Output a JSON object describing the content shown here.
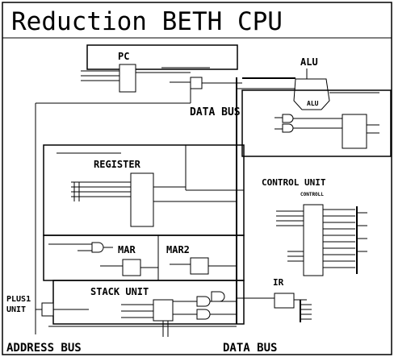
{
  "title": "Reduction BETH CPU",
  "blocks": {
    "pc": "PC",
    "alu": "ALU",
    "alu_inner": "ALU",
    "data_bus": "DATA BUS",
    "register": "REGISTER",
    "control_unit": "CONTROL UNIT",
    "controller": "CONTROLL",
    "mar": "MAR",
    "mar2": "MAR2",
    "ir": "IR",
    "stack_unit": "STACK UNIT",
    "plus1": "PLUS1",
    "unit": "UNIT",
    "address_bus": "ADDRESS BUS",
    "data_bus_bottom": "DATA BUS"
  }
}
